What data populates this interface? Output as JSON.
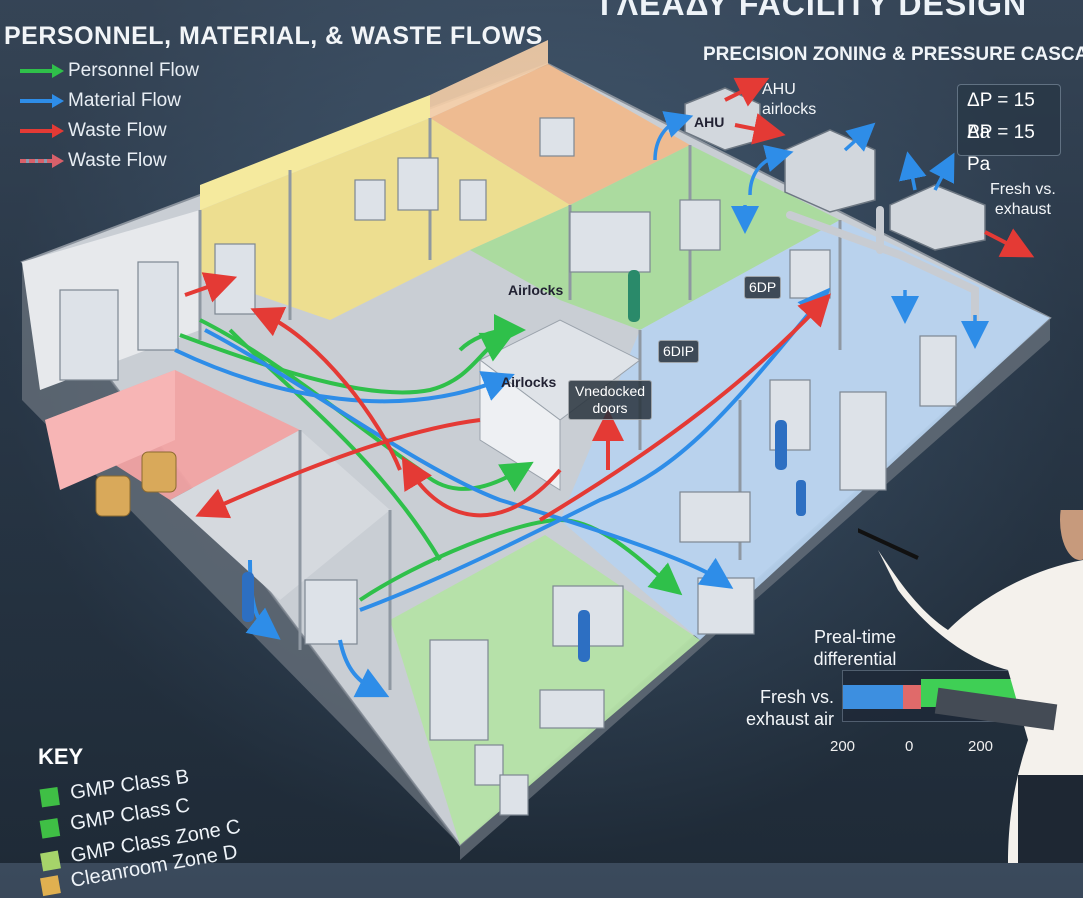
{
  "header": {
    "top_title": "ΓΛΕΑΔΥ FACILITY DESIGN",
    "flows_title": "PERSONNEL, MATERIAL, & WASTE FLOWS",
    "zoning_title": "PRECISION ZONING & PRESSURE CASCADES"
  },
  "legend": [
    {
      "label": "Personnel Flow",
      "color": "#2fc04a"
    },
    {
      "label": "Material Flow",
      "color": "#2e8de8"
    },
    {
      "label": "Waste Flow",
      "color": "#e43a35"
    },
    {
      "label": "Waste Flow",
      "color": "#d8606a"
    }
  ],
  "pressure": {
    "dp1": "ΔP = 15 Pa",
    "dp2": "ΔP = 15 Pa"
  },
  "annotations": {
    "ahu_airlocks": "AHU\nairlocks",
    "ahu_box": "AHU",
    "fresh_exhaust": "Fresh vs.\nexhaust",
    "airlocks_1": "Airlocks",
    "airlocks_2": "Airlocks",
    "undocked_doors": "Vnedocked\ndoors",
    "sensor_1": "6DP",
    "sensor_2": "6DIP"
  },
  "realtime_chart": {
    "title": "Preal-time\ndifferential",
    "side_label": "Fresh vs.\nexhaust air",
    "ticks": [
      "200",
      "0",
      "200"
    ]
  },
  "key": {
    "title": "KEY",
    "items": [
      {
        "label": "GMP Class B",
        "color": "#3fbf45"
      },
      {
        "label": "GMP Class C",
        "color": "#3fbf45"
      },
      {
        "label": "GMP Class Zone C",
        "color": "#a6d46a"
      },
      {
        "label": "Cleanroom Zone D",
        "color": "#e0b050"
      }
    ]
  }
}
